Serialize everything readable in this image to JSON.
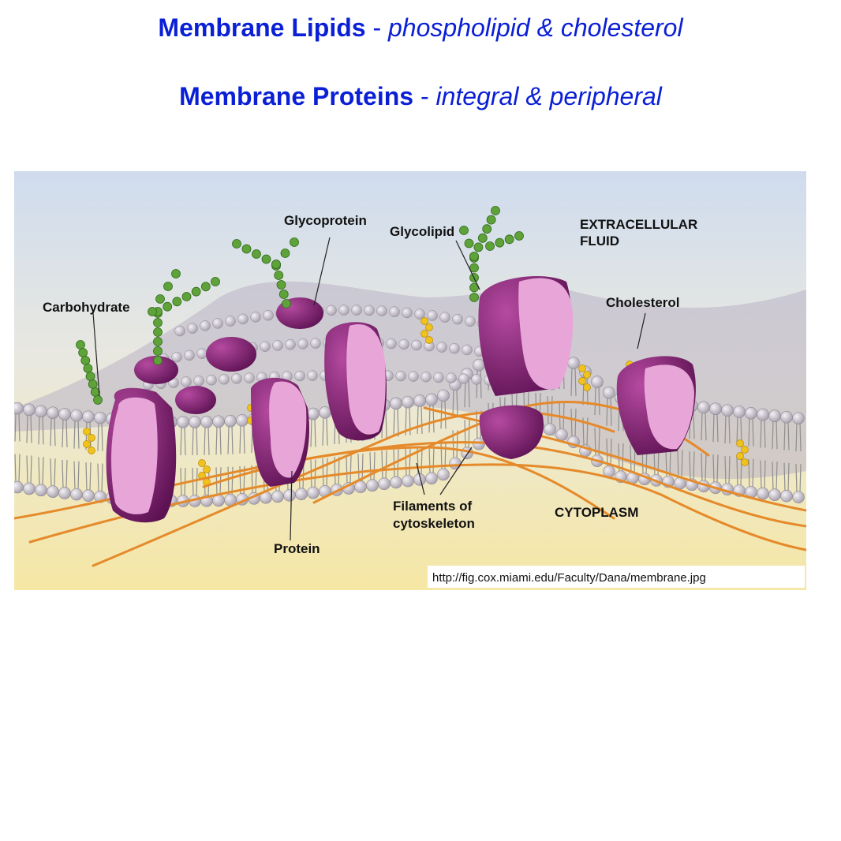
{
  "heading": {
    "line1": {
      "bold": "Membrane Lipids",
      "sep": " - ",
      "italic": "phospholipid & cholesterol"
    },
    "line2": {
      "bold": "Membrane Proteins",
      "sep": " - ",
      "italic": "integral & peripheral"
    }
  },
  "figure": {
    "labels": {
      "glycoprotein": "Glycoprotein",
      "glycolipid": "Glycolipid",
      "extracellular_1": "EXTRACELLULAR",
      "extracellular_2": "FLUID",
      "carbohydrate": "Carbohydrate",
      "cholesterol": "Cholesterol",
      "filaments_1": "Filaments of",
      "filaments_2": "cytoskeleton",
      "cytoplasm": "CYTOPLASM",
      "protein": "Protein"
    },
    "source_url": "http://fig.cox.miami.edu/Faculty/Dana/membrane.jpg",
    "colors": {
      "extracellular_bg": "#cfdcee",
      "cytoplasm_bg": "#f6e7a4",
      "lipid_head": "#c9c3cc",
      "lipid_tail": "#8f8f8f",
      "protein_dark": "#7c1f6e",
      "protein_light": "#e8a6d8",
      "carbohydrate": "#5fa23a",
      "cholesterol": "#f2c21c",
      "filament": "#e58a2a"
    }
  }
}
